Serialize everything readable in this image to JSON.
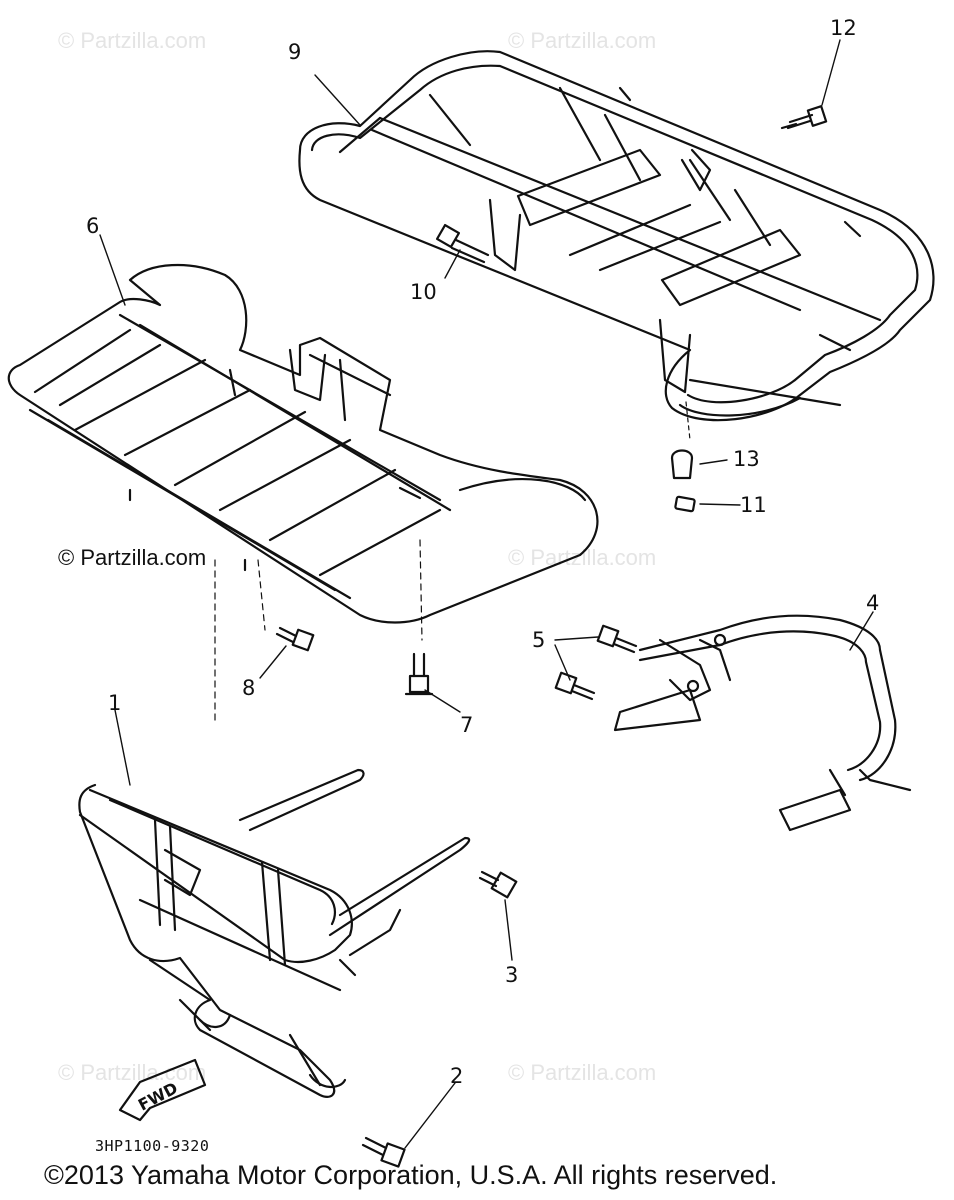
{
  "watermarks": [
    "© Partzilla.com",
    "© Partzilla.com",
    "© Partzilla.com",
    "© Partzilla.com",
    "© Partzilla.com",
    "© Partzilla.com"
  ],
  "callouts": {
    "p1": "1",
    "p2": "2",
    "p3": "3",
    "p4": "4",
    "p5": "5",
    "p6": "6",
    "p7": "7",
    "p8": "8",
    "p9": "9",
    "p10": "10",
    "p11": "11",
    "p12": "12",
    "p13": "13"
  },
  "fwd_label": "FWD",
  "drawing_code": "3HP1100-9320",
  "copyright": "©2013 Yamaha Motor Corporation, U.S.A. All rights reserved.",
  "colors": {
    "ink": "#111111",
    "watermark": "#e4e4e4"
  }
}
